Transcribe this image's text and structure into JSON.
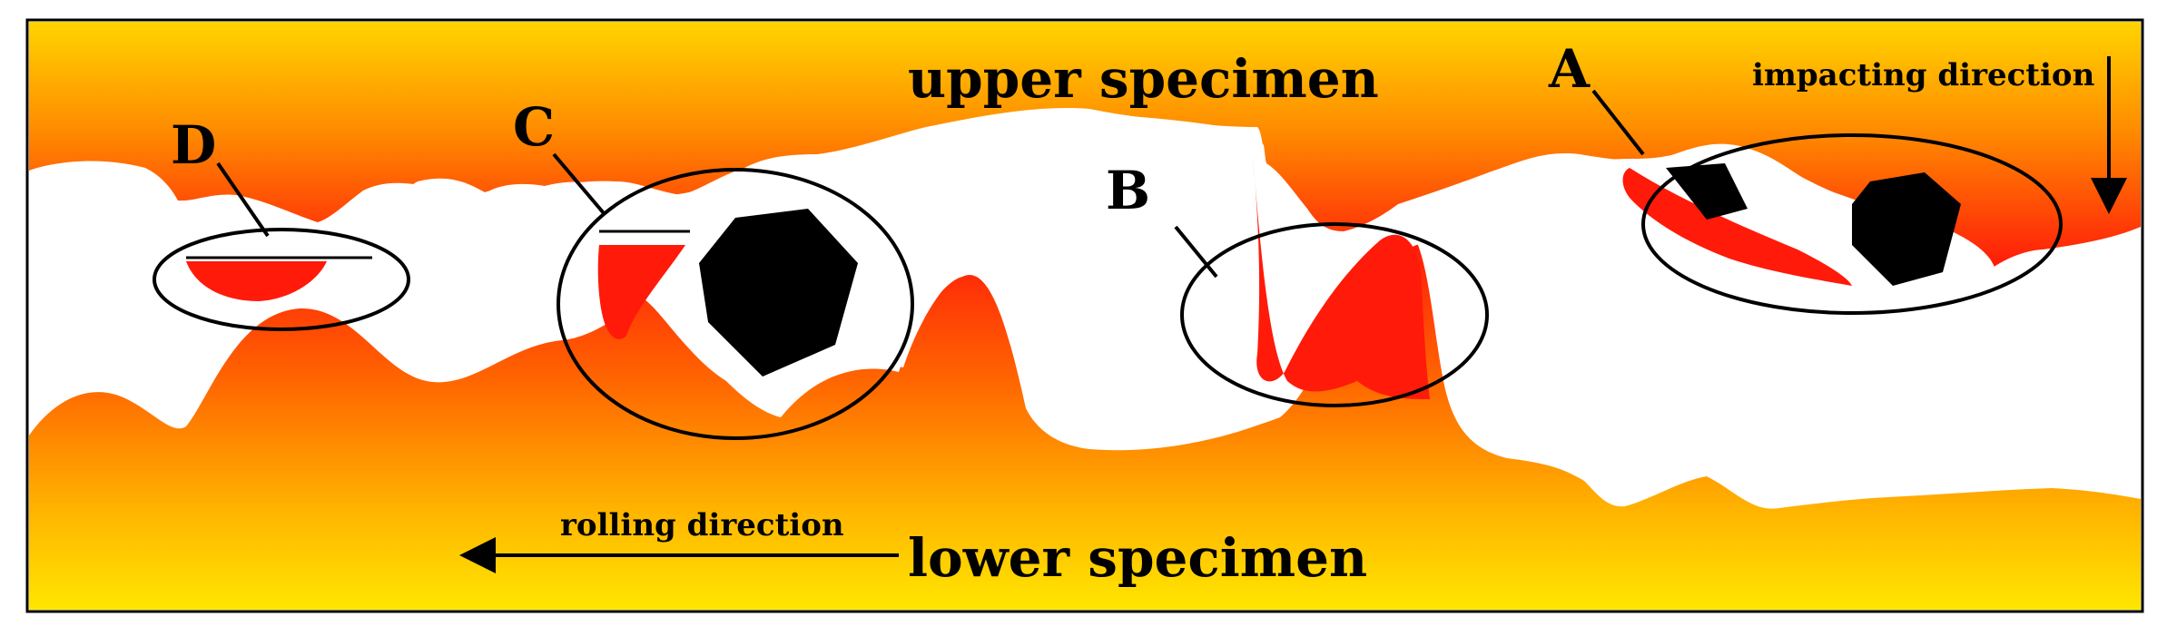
{
  "labels": {
    "upper_specimen": "upper specimen",
    "lower_specimen": "lower specimen",
    "impacting_direction": "impacting direction",
    "rolling_direction": "rolling direction"
  },
  "markers": {
    "a": "A",
    "b": "B",
    "c": "C",
    "d": "D"
  },
  "colors": {
    "specimen_surface": "#ff1a0a",
    "specimen_core": "#ffe000",
    "gap": "#ffffff",
    "particle": "#000000",
    "outline": "#000000"
  }
}
